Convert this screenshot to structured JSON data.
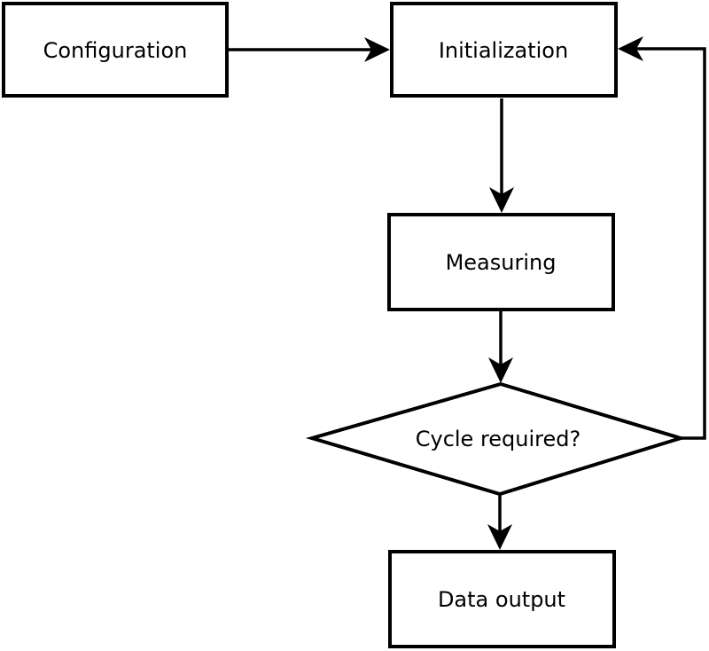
{
  "diagram": {
    "type": "flowchart",
    "colors": {
      "stroke": "#000000",
      "node_fill": "#ffffff",
      "background": "#ffffff",
      "text": "#000000"
    },
    "nodes": {
      "configuration": {
        "label": "Configuration",
        "shape": "rectangle"
      },
      "initialization": {
        "label": "Initialization",
        "shape": "rectangle"
      },
      "measuring": {
        "label": "Measuring",
        "shape": "rectangle"
      },
      "cycle_required": {
        "label": "Cycle required?",
        "shape": "diamond"
      },
      "data_output": {
        "label": "Data output",
        "shape": "rectangle"
      }
    },
    "edges": [
      {
        "from": "configuration",
        "to": "initialization",
        "direction": "right"
      },
      {
        "from": "initialization",
        "to": "measuring",
        "direction": "down"
      },
      {
        "from": "measuring",
        "to": "cycle_required",
        "direction": "down"
      },
      {
        "from": "cycle_required",
        "to": "data_output",
        "direction": "down"
      },
      {
        "from": "cycle_required",
        "to": "initialization",
        "direction": "loop-back-right-up"
      }
    ]
  }
}
